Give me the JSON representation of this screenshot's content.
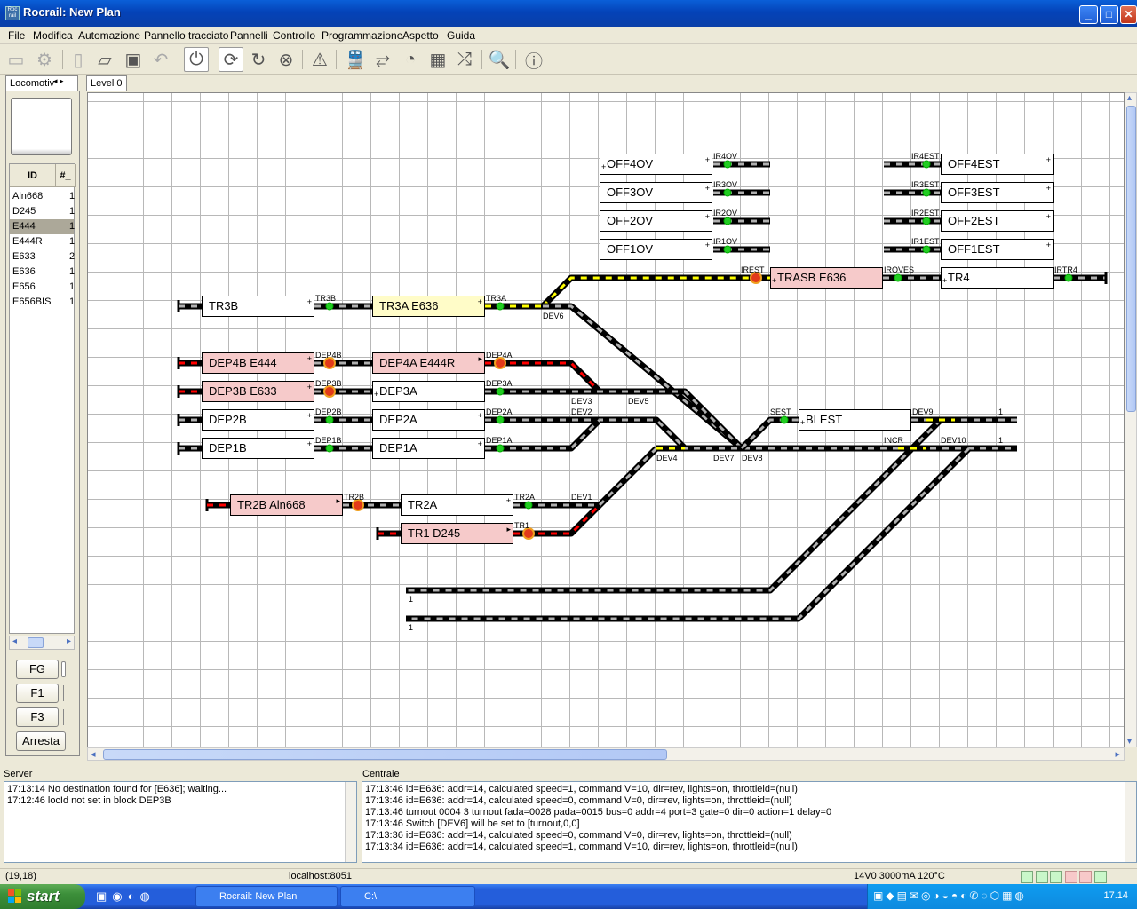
{
  "window": {
    "title": "Rocrail: New Plan",
    "icon_text": "Rocrail"
  },
  "menu": [
    "File",
    "Modifica",
    "Automazione",
    "Pannello tracciato",
    "Pannelli",
    "Controllo",
    "Programmazione",
    "Aspetto",
    "Guida"
  ],
  "left_panel": {
    "tab": "Locomotiv",
    "columns": [
      "ID",
      "#_"
    ],
    "locos": [
      "Aln668",
      "D245",
      "E444",
      "E444R",
      "E633",
      "E636",
      "E656",
      "E656BIS"
    ],
    "loco_counts": [
      "1",
      "1",
      "1",
      "1",
      "2",
      "1",
      "1",
      "1"
    ],
    "selected": "E444",
    "buttons": [
      "FG",
      "F1",
      "F3",
      "Arresta"
    ]
  },
  "plan": {
    "tab": "Level 0",
    "blocks": [
      {
        "id": "OFF4OV",
        "label": "OFF4OV",
        "state": "free"
      },
      {
        "id": "OFF3OV",
        "label": "OFF3OV",
        "state": "free"
      },
      {
        "id": "OFF2OV",
        "label": "OFF2OV",
        "state": "free"
      },
      {
        "id": "OFF1OV",
        "label": "OFF1OV",
        "state": "free"
      },
      {
        "id": "OFF4EST",
        "label": "OFF4EST",
        "state": "free"
      },
      {
        "id": "OFF3EST",
        "label": "OFF3EST",
        "state": "free"
      },
      {
        "id": "OFF2EST",
        "label": "OFF2EST",
        "state": "free"
      },
      {
        "id": "OFF1EST",
        "label": "OFF1EST",
        "state": "free"
      },
      {
        "id": "TRASB",
        "label": "TRASB E636",
        "state": "occupied"
      },
      {
        "id": "TR4",
        "label": "TR4",
        "state": "free"
      },
      {
        "id": "TR3B",
        "label": "TR3B",
        "state": "free"
      },
      {
        "id": "TR3A",
        "label": "TR3A E636",
        "state": "reserved"
      },
      {
        "id": "DEP4B",
        "label": "DEP4B E444",
        "state": "occupied"
      },
      {
        "id": "DEP4A",
        "label": "DEP4A E444R",
        "state": "occupied"
      },
      {
        "id": "DEP3B",
        "label": "DEP3B E633",
        "state": "occupied"
      },
      {
        "id": "DEP3A",
        "label": "DEP3A",
        "state": "free"
      },
      {
        "id": "DEP2B",
        "label": "DEP2B",
        "state": "free"
      },
      {
        "id": "DEP2A",
        "label": "DEP2A",
        "state": "free"
      },
      {
        "id": "BLEST",
        "label": "BLEST",
        "state": "free"
      },
      {
        "id": "DEP1B",
        "label": "DEP1B",
        "state": "free"
      },
      {
        "id": "DEP1A",
        "label": "DEP1A",
        "state": "free"
      },
      {
        "id": "TR2B",
        "label": "TR2B Aln668",
        "state": "occupied"
      },
      {
        "id": "TR2A",
        "label": "TR2A",
        "state": "free"
      },
      {
        "id": "TR1",
        "label": "TR1 D245",
        "state": "occupied"
      }
    ],
    "sensors": [
      "IR4OV",
      "IR3OV",
      "IR2OV",
      "IR1OV",
      "IR4EST",
      "IR3EST",
      "IR2EST",
      "IR1EST",
      "IREST",
      "IROVES",
      "IRTR4",
      "TR3B",
      "TR3A",
      "DEP4B",
      "DEP4A",
      "DEP3B",
      "DEP3A",
      "DEP2B",
      "DEP2A",
      "DEP1B",
      "DEP1A",
      "SEST",
      "TR2B",
      "TR2A",
      "TR1",
      "INCR"
    ],
    "switches": [
      "DEV6",
      "DEV3",
      "DEV5",
      "DEV2",
      "DEV4",
      "DEV7",
      "DEV8",
      "DEV9",
      "DEV10",
      "DEV1"
    ],
    "track_numbers": [
      "1",
      "1",
      "1",
      "1"
    ]
  },
  "server_log": {
    "title": "Server",
    "lines": [
      "17:13:14 No destination found for [E636]; waiting...",
      "17:12:46 locId not set in block DEP3B"
    ]
  },
  "centrale_log": {
    "title": "Centrale",
    "lines": [
      "17:13:46 id=E636: addr=14, calculated speed=1, command V=10, dir=rev, lights=on, throttleid=(null)",
      "17:13:46 id=E636: addr=14, calculated speed=0, command V=0, dir=rev, lights=on, throttleid=(null)",
      "17:13:46 turnout 0004 3 turnout    fada=0028 pada=0015 bus=0 addr=4 port=3 gate=0 dir=0 action=1 delay=0",
      "17:13:46 Switch [DEV6] will be set to [turnout,0,0]",
      "17:13:36 id=E636: addr=14, calculated speed=0, command V=0, dir=rev, lights=on, throttleid=(null)",
      "17:13:34 id=E636: addr=14, calculated speed=1, command V=10, dir=rev, lights=on, throttleid=(null)"
    ]
  },
  "status": {
    "coords": "(19,18)",
    "host": "localhost:8051",
    "power": "14V0 3000mA 120°C"
  },
  "taskbar": {
    "start": "start",
    "tasks": [
      "Rocrail: New Plan",
      "C:\\"
    ],
    "clock": "17.14"
  },
  "colors": {
    "track": "#000000",
    "route_free": "#b0b0b0",
    "route_reserved": "#ffff00",
    "route_occupied": "#ff0000",
    "block_occupied": "#f6caca",
    "block_reserved": "#fffcc8",
    "sensor_on": "#22cc22"
  }
}
